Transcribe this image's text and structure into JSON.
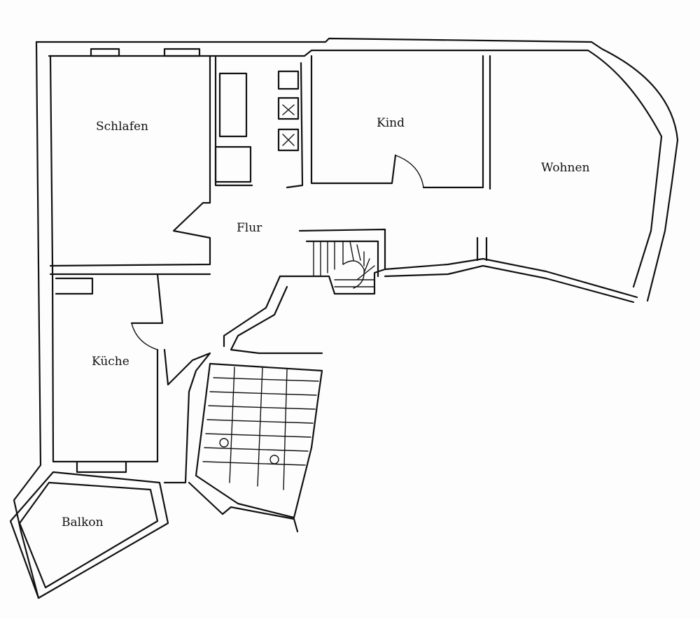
{
  "floor_plan": {
    "rooms": {
      "schlafen": "Schlafen",
      "kind": "Kind",
      "wohnen": "Wohnen",
      "flur": "Flur",
      "kueche": "Küche",
      "balkon": "Balkon"
    }
  }
}
